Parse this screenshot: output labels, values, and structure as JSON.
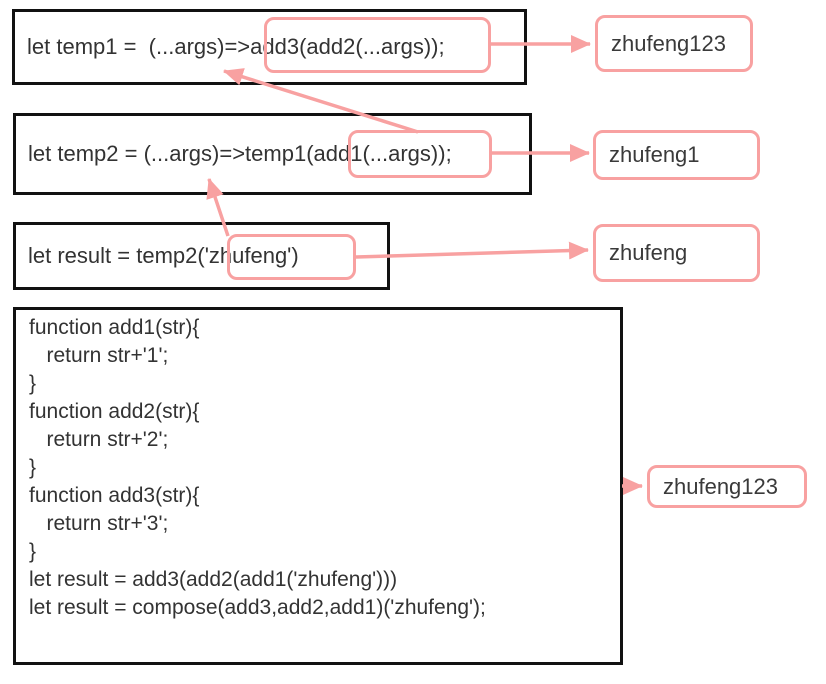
{
  "colors": {
    "accent_pink": "#f8a1a1",
    "box_border": "#111111",
    "code_text": "#333333"
  },
  "code_boxes": [
    {
      "name": "temp1",
      "code": "let temp1 =  (...args)=>add3(add2(...args));"
    },
    {
      "name": "temp2",
      "code": "let temp2 = (...args)=>temp1(add1(...args));"
    },
    {
      "name": "result",
      "code": "let result = temp2('zhufeng')"
    },
    {
      "name": "functions",
      "lines": [
        "function add1(str){",
        "   return str+'1';",
        "}",
        "function add2(str){",
        "   return str+'2';",
        "}",
        "function add3(str){",
        "   return str+'3';",
        "}",
        "let result = add3(add2(add1('zhufeng')))",
        "let result = compose(add3,add2,add1)('zhufeng');"
      ]
    }
  ],
  "result_boxes": [
    {
      "label": "zhufeng123"
    },
    {
      "label": "zhufeng1"
    },
    {
      "label": "zhufeng"
    },
    {
      "label": "zhufeng123"
    }
  ]
}
